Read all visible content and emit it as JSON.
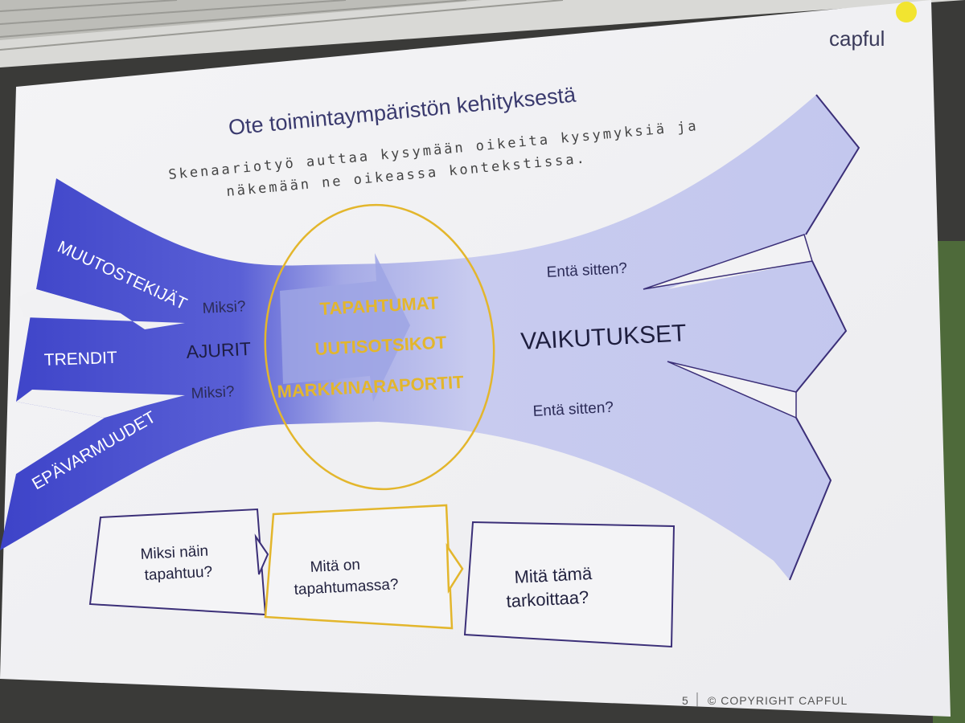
{
  "slide": {
    "title": "Ote toimintaympäristön kehityksestä",
    "subtitle_line1": "Skenaariotyö auttaa kysymään oikeita kysymyksiä ja",
    "subtitle_line2": "näkemään ne oikeassa kontekstissa.",
    "logo": "capful",
    "page_number": "5",
    "copyright": "© COPYRIGHT CAPFUL"
  },
  "inputs": {
    "muutostekijat": "MUUTOSTEKIJÄT",
    "trendit": "TRENDIT",
    "epavarmuudet": "EPÄVARMUUDET",
    "miksi_top": "Miksi?",
    "miksi_bottom": "Miksi?",
    "ajurit": "AJURIT"
  },
  "center": {
    "tapahtumat": "TAPAHTUMAT",
    "uutisotsikot": "UUTISOTSIKOT",
    "markkinaraportit": "MARKKINARAPORTIT"
  },
  "outputs": {
    "enta_top": "Entä sitten?",
    "vaikutukset": "VAIKUTUKSET",
    "enta_bottom": "Entä sitten?"
  },
  "boxes": [
    {
      "line1": "Miksi näin",
      "line2": "tapahtuu?"
    },
    {
      "line1": "Mitä on",
      "line2": "tapahtumassa?"
    },
    {
      "line1": "Mitä tämä",
      "line2": "tarkoittaa?"
    }
  ],
  "colors": {
    "funnel_dark": "#4a4fcf",
    "funnel_light": "#c9cdef",
    "gold": "#e3b62c",
    "purple_outline": "#3b2f78",
    "accent_dot": "#f2e430"
  }
}
